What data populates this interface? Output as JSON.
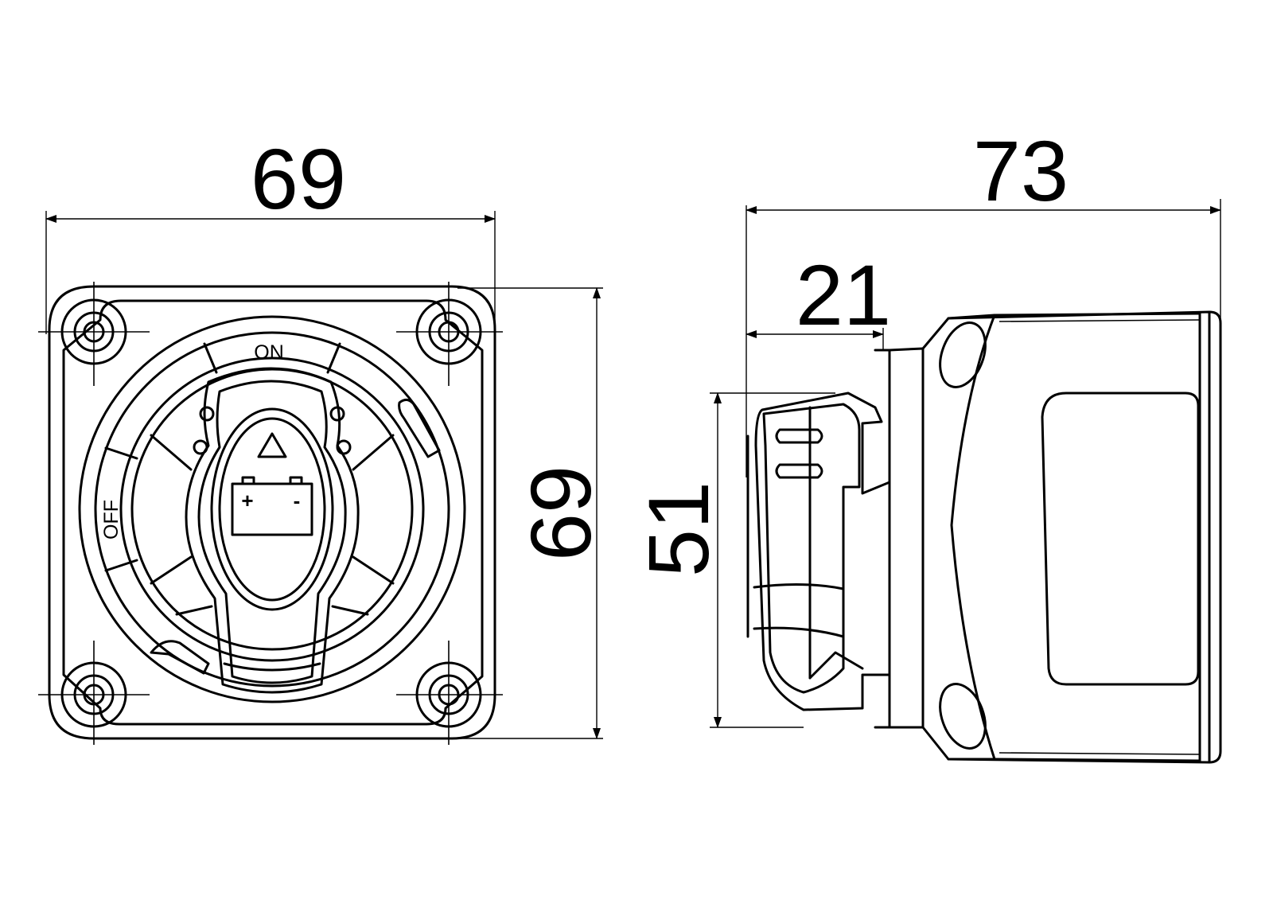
{
  "front_view": {
    "width_dimension": "69",
    "height_dimension": "69",
    "knob_label_on": "ON",
    "knob_label_off": "OFF",
    "battery_plus": "+",
    "battery_minus": "-"
  },
  "side_view": {
    "depth_dimension": "73",
    "flange_dimension": "21",
    "body_height_dimension": "51"
  }
}
